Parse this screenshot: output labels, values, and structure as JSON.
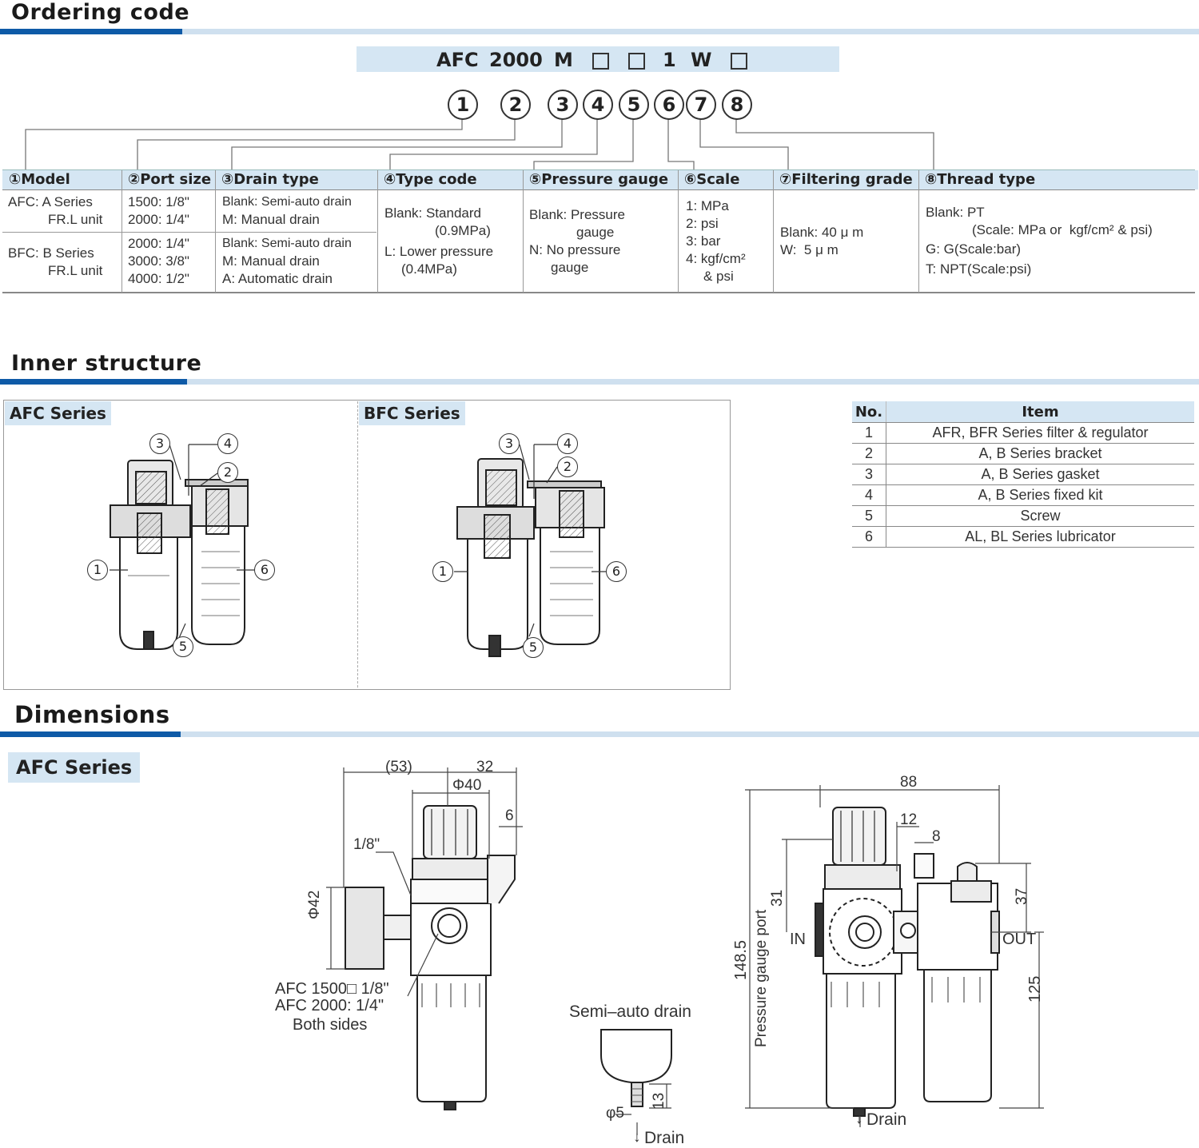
{
  "sections": {
    "ordering": "Ordering code",
    "inner": "Inner structure",
    "dimensions": "Dimensions"
  },
  "code": {
    "tokens": [
      "AFC",
      "2000",
      "M",
      "1",
      "W"
    ],
    "numbers": [
      "1",
      "2",
      "3",
      "4",
      "5",
      "6",
      "7",
      "8"
    ]
  },
  "order_table": {
    "headers": [
      "①Model",
      "②Port size",
      "③Drain type",
      "④Type code",
      "⑤Pressure gauge",
      "⑥Scale",
      "⑦Filtering grade",
      "⑧Thread type"
    ],
    "model": [
      "AFC: A Series",
      "FR.L unit",
      "BFC: B Series",
      "FR.L unit"
    ],
    "port": [
      "1500: 1/8\"",
      "2000: 1/4\"",
      "2000: 1/4\"",
      "3000: 3/8\"",
      "4000: 1/2\""
    ],
    "drain": [
      "Blank: Semi-auto drain",
      "M: Manual drain",
      "Blank: Semi-auto drain",
      "M: Manual drain",
      "A: Automatic drain"
    ],
    "type": [
      "Blank: Standard",
      "(0.9MPa)",
      "L: Lower pressure",
      "(0.4MPa)"
    ],
    "gauge": [
      "Blank: Pressure",
      "gauge",
      "N: No pressure",
      "gauge"
    ],
    "scale": [
      "1: MPa",
      "2: psi",
      "3: bar",
      "4: kgf/cm²",
      "& psi"
    ],
    "filter": [
      "Blank: 40 μ m",
      "W:  5 μ m"
    ],
    "thread": [
      "Blank: PT",
      "(Scale: MPa or  kgf/cm² & psi)",
      "G: G(Scale:bar)",
      "T: NPT(Scale:psi)"
    ]
  },
  "inner": {
    "afc_label": "AFC Series",
    "bfc_label": "BFC Series",
    "callouts": [
      "1",
      "2",
      "3",
      "4",
      "5",
      "6"
    ]
  },
  "parts": {
    "headers": [
      "No.",
      "Item"
    ],
    "rows": [
      {
        "no": "1",
        "item": "AFR, BFR Series filter & regulator"
      },
      {
        "no": "2",
        "item": "A, B Series bracket"
      },
      {
        "no": "3",
        "item": "A, B Series gasket"
      },
      {
        "no": "4",
        "item": "A, B Series fixed kit"
      },
      {
        "no": "5",
        "item": "Screw"
      },
      {
        "no": "6",
        "item": "AL, BL Series lubricator"
      }
    ]
  },
  "dims": {
    "series_label": "AFC Series",
    "side": {
      "d53": "(53)",
      "d32": "32",
      "d40": "Φ40",
      "d6": "6",
      "d18": "1/8\"",
      "d42": "Φ42",
      "note1": "AFC 1500□ 1/8\"",
      "note2": "AFC 2000: 1/4\"",
      "note3": "Both sides"
    },
    "drain_detail": {
      "title": "Semi–auto drain",
      "d13": "13",
      "d5": "φ5",
      "drain": "Drain"
    },
    "front": {
      "d88": "88",
      "d12": "12",
      "d8": "8",
      "d31": "31",
      "d37": "37",
      "d1485": "148.5",
      "d125": "125",
      "port": "Pressure gauge port",
      "in": "IN",
      "out": "OUT",
      "drain": "Drain"
    }
  }
}
